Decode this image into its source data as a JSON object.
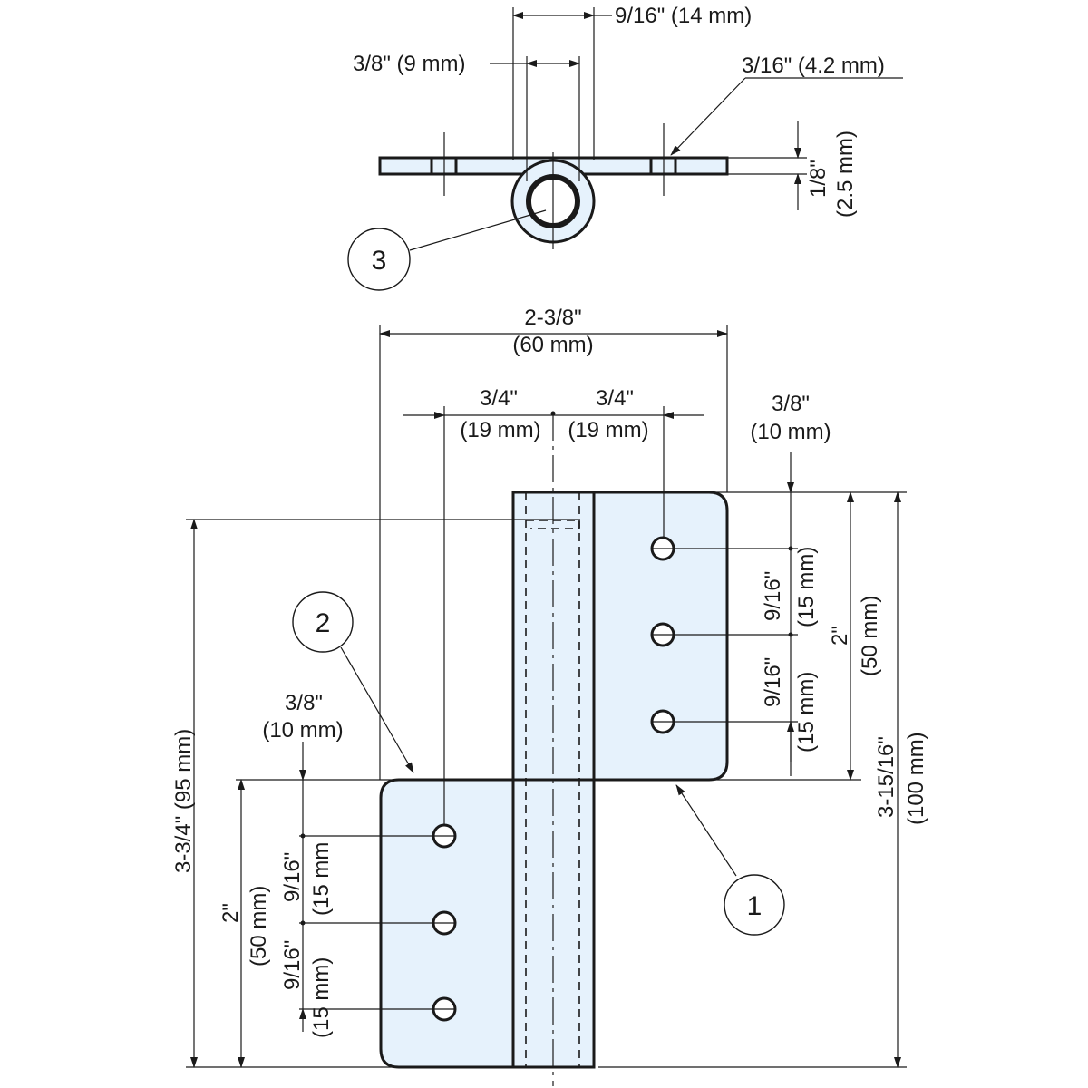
{
  "colors": {
    "line": "#1a1a1a",
    "fill": "#e6f2fc",
    "background": "#ffffff"
  },
  "top_view": {
    "dim_overall_pin": "9/16\" (14 mm)",
    "dim_pin": "3/8\" (9 mm)",
    "dim_hole": "3/16\" (4.2 mm)",
    "dim_thickness_in": "1/8\"",
    "dim_thickness_mm": "(2.5 mm)"
  },
  "front_view": {
    "width_in": "2-3/8\"",
    "width_mm": "(60 mm)",
    "left_offset_in": "3/4\"",
    "left_offset_mm": "(19 mm)",
    "right_offset_in": "3/4\"",
    "right_offset_mm": "(19 mm)",
    "top_inset_in": "3/8\"",
    "top_inset_mm": "(10 mm)",
    "right_pitch_1_in": "9/16\"",
    "right_pitch_1_mm": "(15 mm)",
    "right_pitch_2_in": "9/16\"",
    "right_pitch_2_mm": "(15 mm)",
    "right_leaf_h_in": "2\"",
    "right_leaf_h_mm": "(50 mm)",
    "total_h_in": "3-15/16\"",
    "total_h_mm": "(100 mm)",
    "left_total": "3-3/4\" (95 mm)",
    "lower_inset_in": "3/8\"",
    "lower_inset_mm": "(10 mm)",
    "left_leaf_h_in": "2\"",
    "left_leaf_h_mm": "(50 mm)",
    "left_pitch_1_in": "9/16\"",
    "left_pitch_1_mm": "(15 mm",
    "left_pitch_2_in": "9/16\"",
    "left_pitch_2_mm": "(15 mm)"
  },
  "callouts": [
    "1",
    "2",
    "3"
  ]
}
